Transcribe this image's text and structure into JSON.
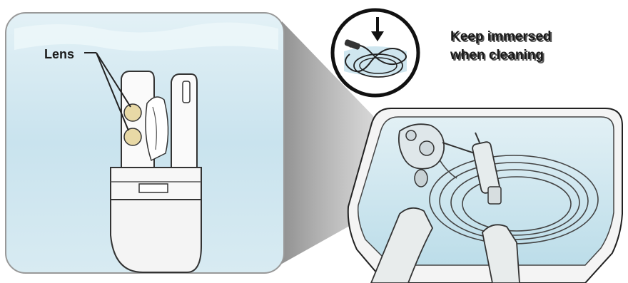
{
  "callouts": {
    "lens_label": "Lens",
    "instruction_line1": "Keep immersed",
    "instruction_line2": "when cleaning"
  },
  "colors": {
    "water": "#cfe6ef",
    "water_deep": "#b9dbe8",
    "outline": "#222222",
    "zoom_shadow": "#8a8a8a",
    "lens_fill": "#e8d9a6"
  },
  "icons": {
    "immersion_icon": "arrow-down-into-coiled-scope",
    "basin": "cleaning-basin-with-endoscope"
  }
}
